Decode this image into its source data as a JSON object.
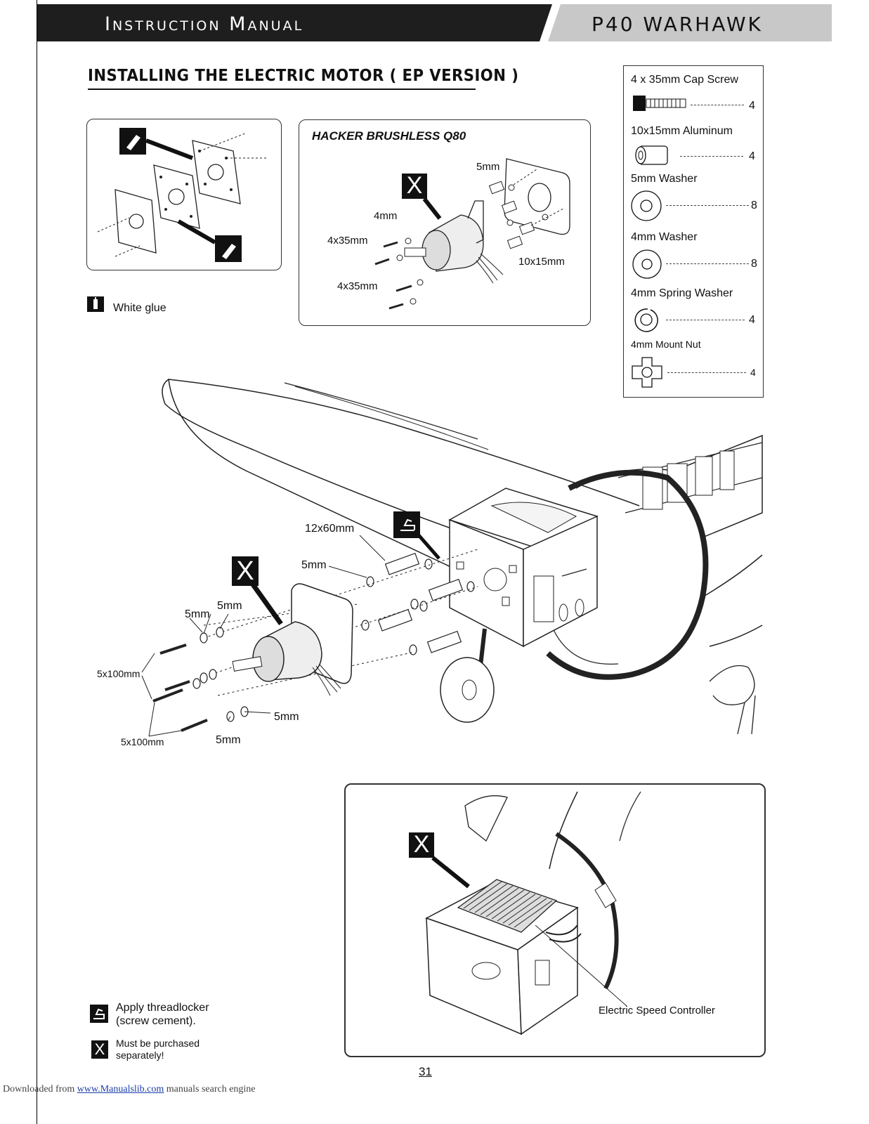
{
  "header": {
    "left_title": "Instruction Manual",
    "right_title": "P40 WARHAWK"
  },
  "section_title": "INSTALLING THE ELECTRIC MOTOR ( EP VERSION )",
  "motor_box": {
    "title": "HACKER BRUSHLESS Q80",
    "labels": {
      "mm5": "5mm",
      "mm4": "4mm",
      "screw_a": "4x35mm",
      "screw_b": "4x35mm",
      "spacer": "10x15mm"
    },
    "x_mark": "X"
  },
  "glue_legend": {
    "label": "White glue"
  },
  "hardware": [
    {
      "name": "4 x 35mm Cap Screw",
      "qty": "4",
      "icon": "cap-screw-icon"
    },
    {
      "name": "10x15mm  Aluminum",
      "qty": "4",
      "icon": "aluminum-spacer-icon"
    },
    {
      "name": "5mm Washer",
      "qty": "8",
      "icon": "washer-icon"
    },
    {
      "name": "4mm Washer",
      "qty": "8",
      "icon": "washer-icon"
    },
    {
      "name": "4mm Spring Washer",
      "qty": "4",
      "icon": "spring-washer-icon"
    },
    {
      "name": "4mm  Mount Nut",
      "qty": "4",
      "icon": "mount-nut-icon"
    }
  ],
  "main_diagram": {
    "labels": {
      "standoff": "12x60mm",
      "mm5_top": "5mm",
      "mm5_a": "5mm",
      "mm5_b": "5mm",
      "bolt_a": "5x100mm",
      "bolt_b": "5x100mm",
      "mm5_c": "5mm",
      "mm5_d": "5mm"
    },
    "x_mark": "X"
  },
  "esc_box": {
    "label": "Electric Speed Controller",
    "x_mark": "X"
  },
  "legend": {
    "threadlocker": "Apply threadlocker\n(screw cement).",
    "purchase": "Must be purchased\nseparately!",
    "x_mark": "X"
  },
  "page_number": "31",
  "footer": {
    "prefix": "Downloaded from ",
    "link": "www.Manualslib.com",
    "suffix": "  manuals search engine"
  }
}
